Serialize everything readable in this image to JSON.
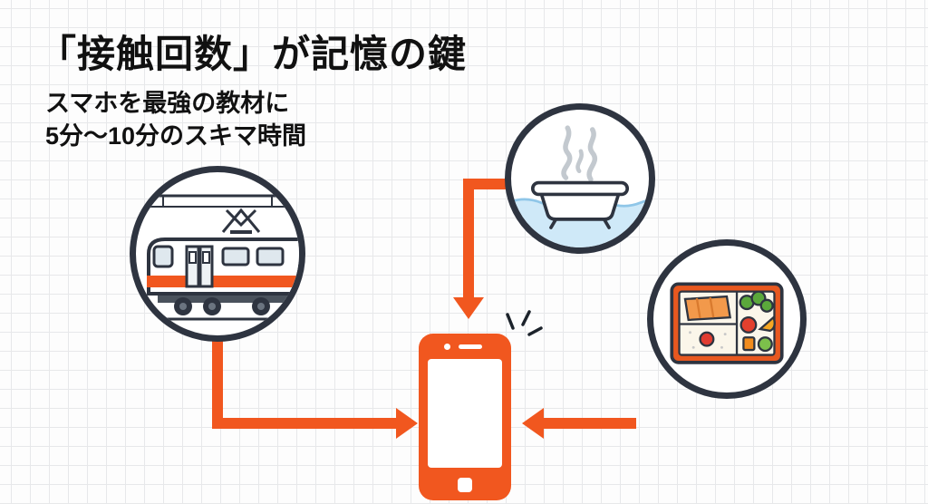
{
  "slide": {
    "title": "「接触回数」が記憶の鍵",
    "subtitle_line1": "スマホを最強の教材に",
    "subtitle_line2": "5分〜10分のスキマ時間"
  },
  "icons": {
    "train": "train-icon",
    "bathtub": "bathtub-icon",
    "bento": "bento-box-icon",
    "smartphone": "smartphone-icon",
    "notification": "notification-sparkle-icon"
  },
  "colors": {
    "accent_orange": "#F1571F",
    "outline_dark": "#2E3440",
    "water_blue": "#CFE9F8",
    "steam_gray": "#C3C9CF",
    "grid_line": "#E7E8EA",
    "text_black": "#111111"
  }
}
